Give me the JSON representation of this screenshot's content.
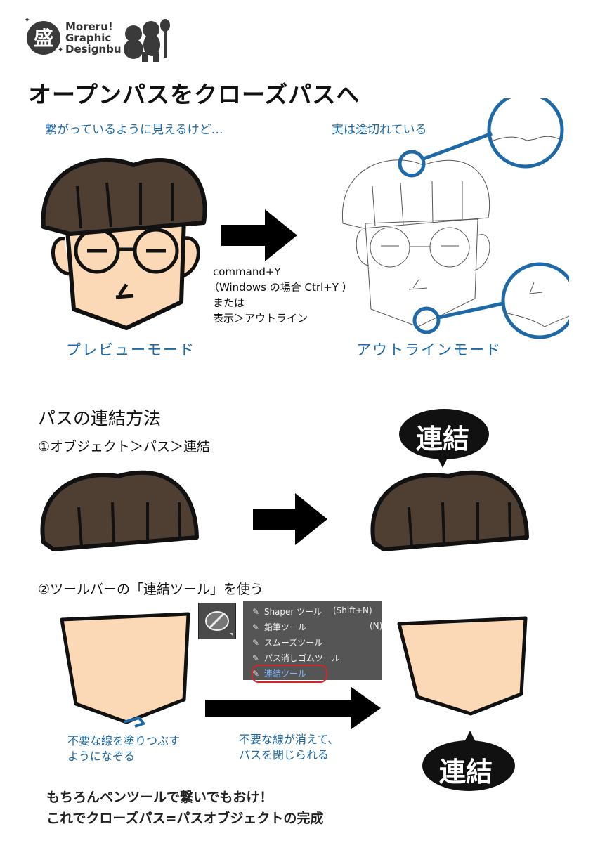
{
  "logo": {
    "badge_char": "盛",
    "line1": "Moreru!",
    "line2": "Graphic",
    "line3": "Designbu"
  },
  "title": "オープンパスをクローズパスへ",
  "preview": {
    "caption": "繋がっているように見えるけど…",
    "label": "プレビューモード"
  },
  "outline": {
    "caption": "実は途切れている",
    "label": "アウトラインモード"
  },
  "shortcut": {
    "line1": "command+Y",
    "line2": "（Windows の場合 Ctrl+Y ）",
    "line3": "または",
    "line4": "表示＞アウトライン"
  },
  "section_title": "パスの連結方法",
  "step1": "①オブジェクト＞パス＞連結",
  "join_bubble": "連結",
  "step2": "②ツールバーの「連結ツール」を使う",
  "tool_menu": {
    "items": [
      {
        "label": "Shaper ツール",
        "shortcut": "(Shift+N)",
        "icon": "✎"
      },
      {
        "label": "鉛筆ツール",
        "shortcut": "(N)",
        "icon": "✎"
      },
      {
        "label": "スムーズツール",
        "shortcut": "",
        "icon": "✎"
      },
      {
        "label": "パス消しゴムツール",
        "shortcut": "",
        "icon": "✎"
      },
      {
        "label": "連結ツール",
        "shortcut": "",
        "icon": "✎"
      }
    ],
    "highlight_color": "#d0262b"
  },
  "note_left": {
    "line1": "不要な線を塗りつぶす",
    "line2": "ようになぞる"
  },
  "note_right": {
    "line1": "不要な線が消えて、",
    "line2": "パスを閉じられる"
  },
  "footer": {
    "line1": "もちろんペンツールで繋いでもおけ！",
    "line2": "これでクローズパス=パスオブジェクトの完成"
  },
  "colors": {
    "accent_blue": "#1e6aa8",
    "hair": "#4f3f33",
    "skin": "#fcd9b6"
  }
}
